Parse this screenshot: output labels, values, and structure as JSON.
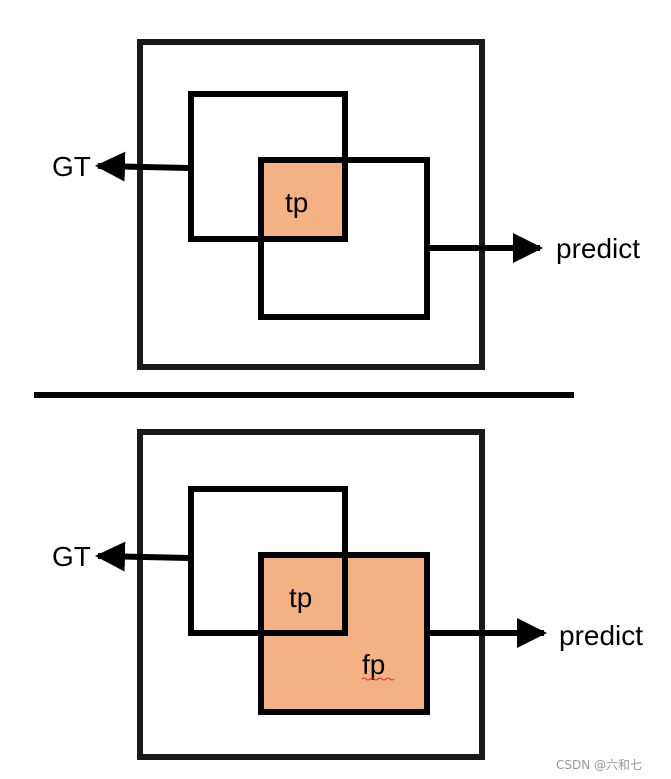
{
  "colors": {
    "stroke": "#000000",
    "frame": "#1a1a1a",
    "fill": "#f4b183"
  },
  "top_panel": {
    "gt_label": "GT",
    "predict_label": "predict",
    "tp_label": "tp"
  },
  "bottom_panel": {
    "gt_label": "GT",
    "predict_label": "predict",
    "tp_label": "tp",
    "fp_label": "fp"
  },
  "watermark": "CSDN @六和七"
}
